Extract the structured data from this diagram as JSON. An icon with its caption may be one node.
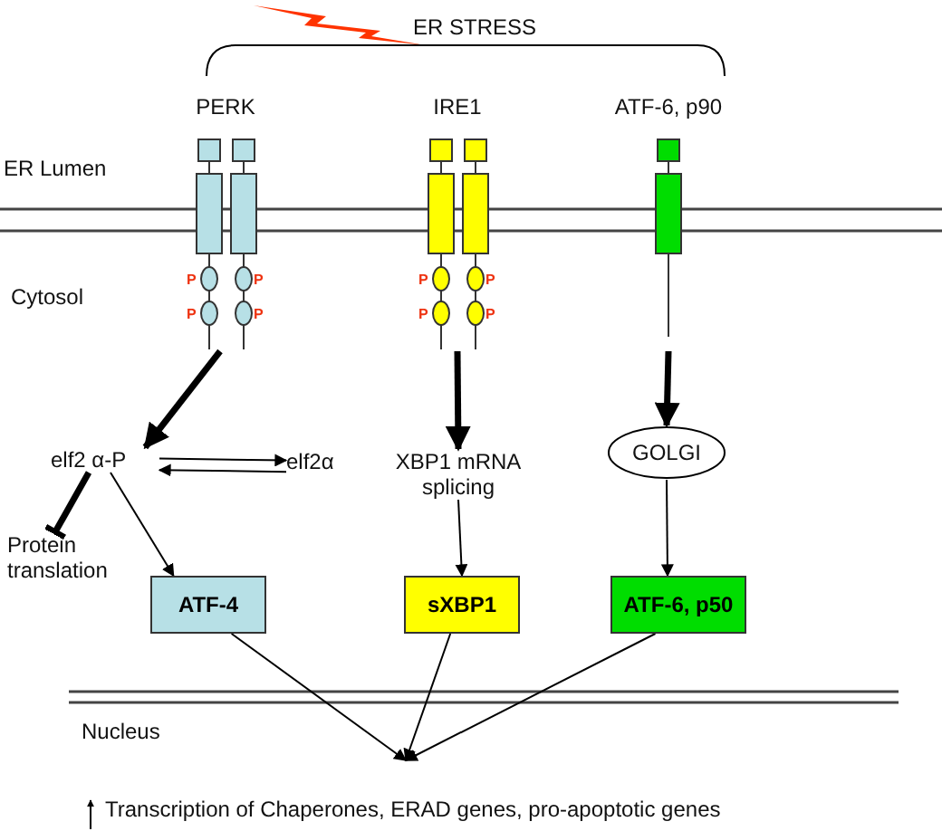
{
  "diagram": {
    "nodes": [
      {
        "text": [
          "PERK"
        ]
      },
      {
        "text": [
          "IRE1"
        ]
      },
      {
        "text": [
          "ATF-6, p90"
        ]
      },
      {
        "text": [
          "elf2 α-P"
        ]
      },
      {
        "text": [
          "elf2α"
        ]
      },
      {
        "text": [
          "Protein translation"
        ]
      },
      {
        "text": [
          "XBP1 mRNA splicing"
        ]
      },
      {
        "text": [
          "GOLGI"
        ]
      },
      {
        "text": [
          "ATF-4"
        ]
      },
      {
        "text": [
          "sXBP1"
        ]
      },
      {
        "text": [
          "ATF-6, p50"
        ]
      }
    ],
    "edges": [
      {
        "from": 0,
        "to": 3,
        "arrow": "to",
        "style": "thick"
      },
      {
        "from": 3,
        "to": 4,
        "arrow": "to"
      },
      {
        "from": 4,
        "to": 3,
        "arrow": "to"
      },
      {
        "from": 3,
        "to": 5,
        "arrow": "other",
        "style": "thick"
      },
      {
        "from": 3,
        "to": 8,
        "arrow": "to"
      },
      {
        "from": 1,
        "to": 6,
        "arrow": "to",
        "style": "thick"
      },
      {
        "from": 6,
        "to": 9,
        "arrow": "to"
      },
      {
        "from": 2,
        "to": 7,
        "arrow": "to",
        "style": "thick"
      },
      {
        "from": 7,
        "to": 10,
        "arrow": "to"
      },
      {
        "from": 8,
        "to": null,
        "arrow": "to"
      },
      {
        "from": 9,
        "to": null,
        "arrow": "to"
      },
      {
        "from": 10,
        "to": null,
        "arrow": "to"
      }
    ],
    "labels": [
      "ER STRESS",
      "ER Lumen",
      "Cytosol",
      "P",
      "P",
      "P",
      "P",
      "P",
      "P",
      "P",
      "P",
      "Nucleus",
      "Transcription of Chaperones, ERAD genes, pro-apoptotic genes"
    ]
  }
}
